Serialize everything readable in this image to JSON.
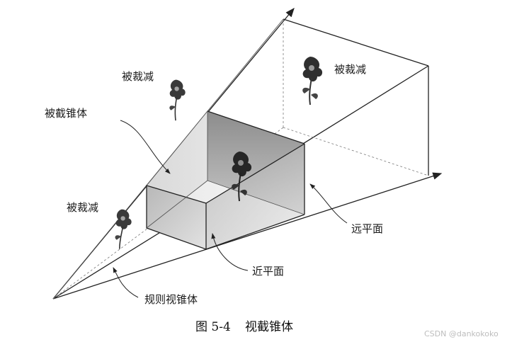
{
  "labels": {
    "clipped_top_left": "被裁减",
    "clipped_top_right": "被裁减",
    "clipped_left": "被裁减",
    "frustum": "被截锥体",
    "far_plane": "远平面",
    "near_plane": "近平面",
    "regular_frustum": "规则视锥体"
  },
  "caption": {
    "figure_no": "图 5-4",
    "title": "视截锥体"
  },
  "watermark": "CSDN @dankokoko",
  "colors": {
    "ink": "#222222",
    "shade_dark": "#8f8f8f",
    "shade_light": "#efefef"
  }
}
